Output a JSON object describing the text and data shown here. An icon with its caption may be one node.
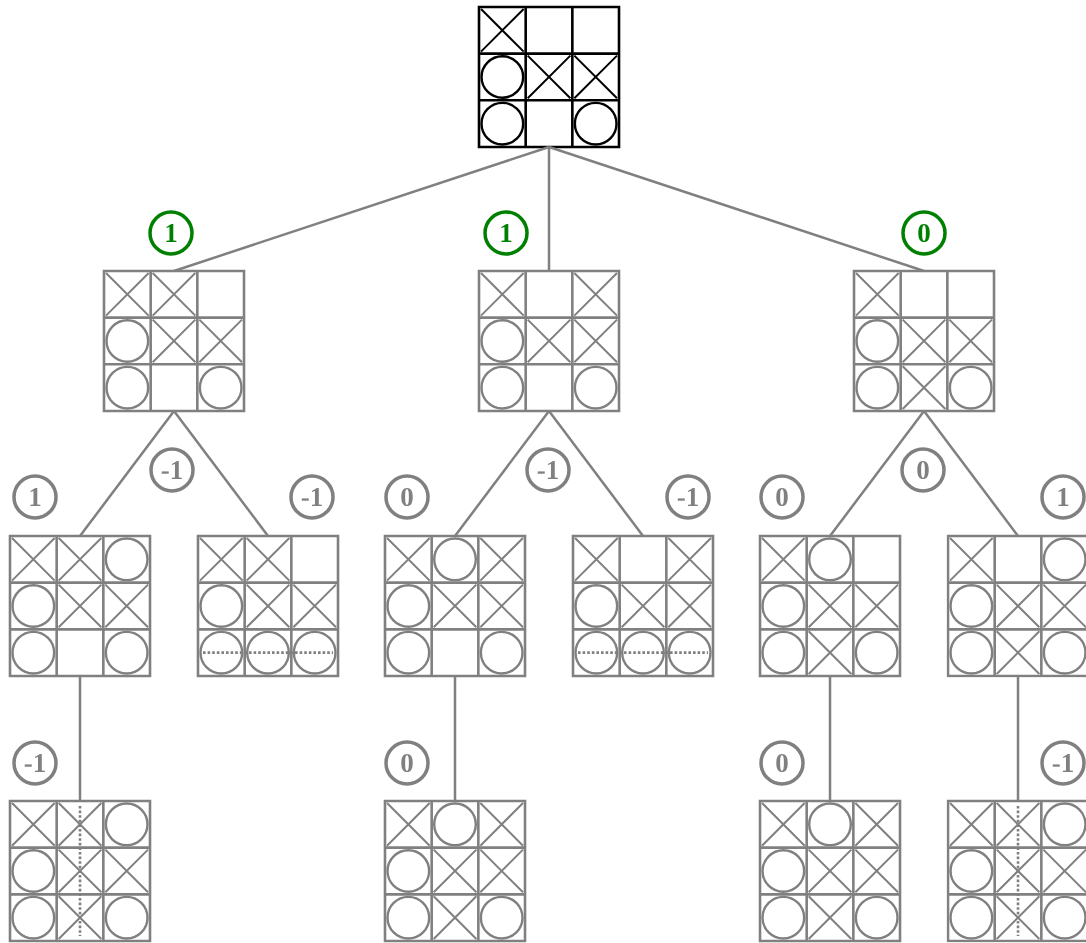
{
  "diagram": {
    "nodes": [
      {
        "text": [],
        "shape": "box"
      },
      {
        "text": [
          "1"
        ]
      },
      {
        "text": [
          "1"
        ]
      },
      {
        "text": [
          "0"
        ]
      },
      {
        "text": [],
        "shape": "box"
      },
      {
        "text": [],
        "shape": "box"
      },
      {
        "text": [],
        "shape": "box"
      },
      {
        "text": [
          "1"
        ]
      },
      {
        "text": [
          "-1"
        ]
      },
      {
        "text": [
          "-1"
        ]
      },
      {
        "text": [
          "0"
        ]
      },
      {
        "text": [
          "-1"
        ]
      },
      {
        "text": [
          "-1"
        ]
      },
      {
        "text": [
          "0"
        ]
      },
      {
        "text": [
          "0"
        ]
      },
      {
        "text": [
          "1"
        ]
      },
      {
        "text": [],
        "shape": "box"
      },
      {
        "text": [],
        "shape": "box"
      },
      {
        "text": [],
        "shape": "box"
      },
      {
        "text": [],
        "shape": "box"
      },
      {
        "text": [],
        "shape": "box"
      },
      {
        "text": [],
        "shape": "box"
      },
      {
        "text": [
          "-1"
        ]
      },
      {
        "text": [
          "0"
        ]
      },
      {
        "text": [
          "0"
        ]
      },
      {
        "text": [
          "-1"
        ]
      },
      {
        "text": [],
        "shape": "box"
      },
      {
        "text": [],
        "shape": "box"
      },
      {
        "text": [],
        "shape": "box"
      },
      {
        "text": [],
        "shape": "box"
      }
    ],
    "edges": [
      {
        "from": 0,
        "to": 4,
        "arrow": "none"
      },
      {
        "from": 0,
        "to": 5,
        "arrow": "none"
      },
      {
        "from": 0,
        "to": 6,
        "arrow": "none"
      },
      {
        "from": 4,
        "to": 16,
        "arrow": "none"
      },
      {
        "from": 4,
        "to": 17,
        "arrow": "none"
      },
      {
        "from": 5,
        "to": 18,
        "arrow": "none"
      },
      {
        "from": 5,
        "to": 19,
        "arrow": "none"
      },
      {
        "from": 6,
        "to": 20,
        "arrow": "none"
      },
      {
        "from": 6,
        "to": 21,
        "arrow": "none"
      },
      {
        "from": 16,
        "to": 26,
        "arrow": "none"
      },
      {
        "from": 18,
        "to": 27,
        "arrow": "none"
      },
      {
        "from": 20,
        "to": 28,
        "arrow": "none"
      },
      {
        "from": 21,
        "to": 29,
        "arrow": "none"
      }
    ]
  }
}
